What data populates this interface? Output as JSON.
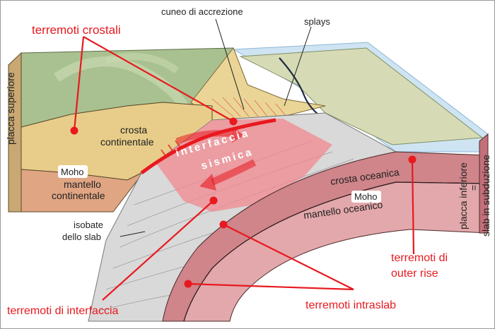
{
  "labels": {
    "terremoti_crostali": "terremoti crostali",
    "cuneo_di_accrezione": "cuneo di accrezione",
    "splays": "splays",
    "placca_superiore": "placca superiore",
    "crosta_continentale_1": "crosta",
    "crosta_continentale_2": "continentale",
    "interfaccia": "interfaccia",
    "sismica": "sismica",
    "moho_upper": "Moho",
    "mantello_continentale_1": "mantello",
    "mantello_continentale_2": "continentale",
    "crosta_oceanica": "crosta oceanica",
    "moho_lower": "Moho",
    "mantello_oceanico": "mantello oceanico",
    "placca_inferiore": "placca inferiore",
    "equals": "=",
    "slab_in_subduzione": "slab in subduzione",
    "isobate_1": "isobate",
    "isobate_2": "dello slab",
    "terremoti_di_outer_rise_1": "terremoti di",
    "terremoti_di_outer_rise_2": "outer rise",
    "terremoti_di_interfaccia": "terremoti di interfaccia",
    "terremoti_intraslab": "terremoti intraslab"
  },
  "colors": {
    "annotation_red": "#e8191f",
    "continental_crust": "#e8cd8a",
    "continental_mantle": "#e0a583",
    "upper_surface": "#a9c190",
    "ocean_floor": "#d6dbb5",
    "ocean_water": "#cfe4f2",
    "oceanic_crust": "#cf858a",
    "oceanic_mantle": "#e3a8ab",
    "seismic_zone": "#f0888f",
    "slab_surface": "#d9d9d9"
  }
}
